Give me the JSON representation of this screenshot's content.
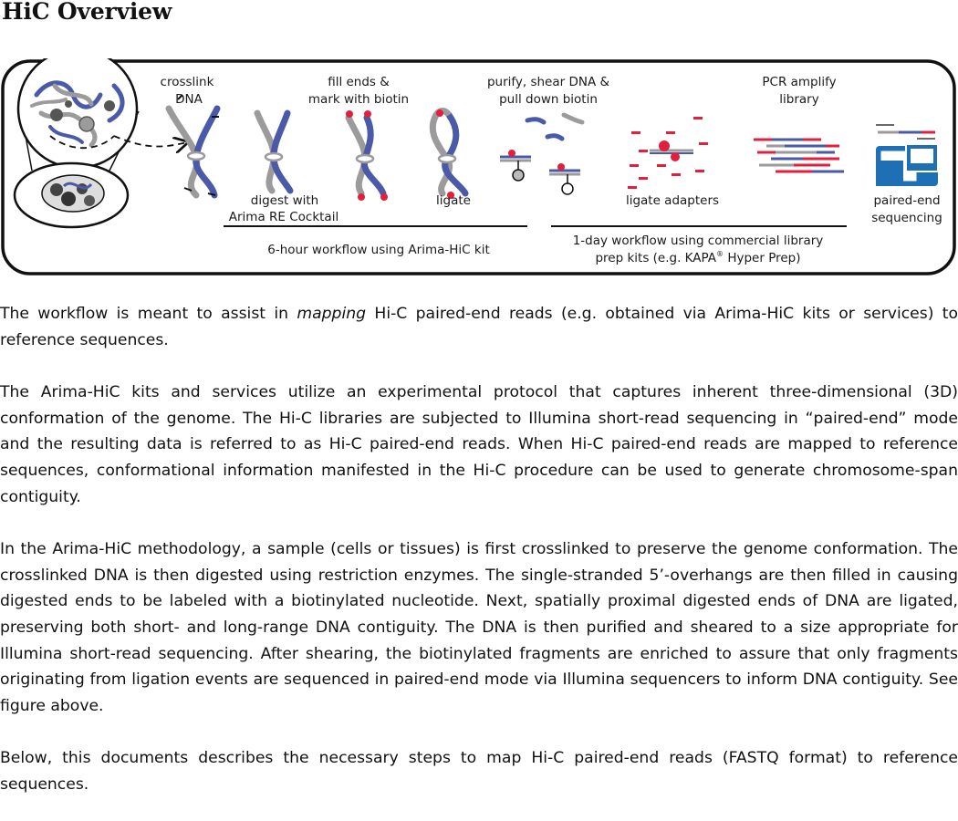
{
  "page": {
    "title": "HiC Overview"
  },
  "figure": {
    "labels": {
      "crosslink_1": "crosslink",
      "crosslink_2": "DNA",
      "fill_ends_1": "fill ends &",
      "fill_ends_2": "mark with biotin",
      "purify_1": "purify, shear DNA &",
      "purify_2": "pull down biotin",
      "pcr_1": "PCR amplify",
      "pcr_2": "library",
      "digest_1": "digest with",
      "digest_2": "Arima RE Cocktail",
      "ligate": "ligate",
      "ligate_adapters": "ligate adapters",
      "paired_end_1": "paired-end",
      "paired_end_2": "sequencing",
      "workflow_6h": "6-hour workflow using Arima-HiC kit",
      "workflow_1d_1": "1-day workflow using commercial library",
      "workflow_1d_2a": "prep kits (e.g. KAPA",
      "workflow_1d_reg": "®",
      "workflow_1d_2b": " Hyper Prep)"
    },
    "colors": {
      "blue": "#4a5aa8",
      "gray": "#9b9b9b",
      "red": "#e0203c",
      "dark": "#111111",
      "seq_blue": "#1f6fb4"
    }
  },
  "body": {
    "p1_before": "The workflow is meant to assist in ",
    "p1_em": "mapping",
    "p1_after": " Hi-C paired-end reads (e.g. obtained via Arima-HiC kits or services) to reference sequences.",
    "p2": "The Arima-HiC kits and services utilize an experimental protocol that captures inherent three-dimensional (3D) conformation of the genome. The Hi-C libraries are subjected to Illumina short-read sequencing in “paired-end” mode and the resulting data is referred to as Hi-C paired-end reads. When Hi-C paired-end reads are mapped to reference sequences, conformational information manifested in the Hi-C procedure can be used to generate chromosome-span contiguity.",
    "p3": "In the Arima-HiC methodology, a sample (cells or tissues) is first crosslinked to preserve the genome conformation. The crosslinked DNA is then digested using restriction enzymes. The single-stranded 5’-overhangs are then filled in causing digested ends to be labeled with a biotinylated nucleotide. Next, spatially proximal digested ends of DNA are ligated, preserving both short- and long-range DNA contiguity. The DNA is then purified and sheared to a size appropriate for Illumina short-read sequencing. After shearing, the biotinylated fragments are enriched to assure that only fragments originating from ligation events are sequenced in paired-end mode via Illumina sequencers to inform DNA contiguity. See figure above.",
    "p4": "Below, this documents describes the necessary steps to map Hi-C paired-end reads (FASTQ format) to reference sequences."
  }
}
